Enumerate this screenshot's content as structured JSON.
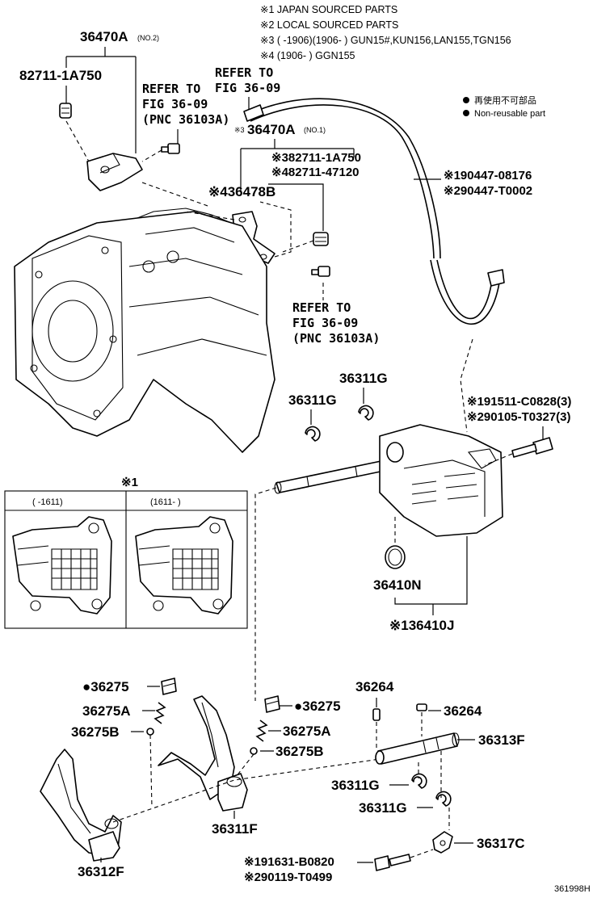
{
  "notes": {
    "n1": "※1 JAPAN SOURCED PARTS",
    "n2": "※2 LOCAL SOURCED PARTS",
    "n3": "※3 (      -1906)",
    "n3b": "(1906-      ) GUN15#,KUN156,LAN155,TGN156",
    "n4": "※4 (1906-      ) GGN155"
  },
  "legend": {
    "jp": "再使用不可部品",
    "en": "Non-reusable part"
  },
  "labels": {
    "p36470A_no2": "36470A",
    "p36470A_no2_suffix": "(NO.2)",
    "p82711_top": "82711-1A750",
    "ref1_l1": "REFER TO",
    "ref1_l2": "FIG 36-09",
    "ref1_l3": "(PNC 36103A)",
    "ref2_l1": "REFER TO",
    "ref2_l2": "FIG 36-09",
    "p36470A_no1_pre": "※3",
    "p36470A_no1": "36470A",
    "p36470A_no1_suffix": "(NO.1)",
    "p82711_a": "※382711-1A750",
    "p82711_b": "※482711-47120",
    "p36478B": "※436478B",
    "p90447_a": "※190447-08176",
    "p90447_b": "※290447-T0002",
    "ref3_l1": "REFER TO",
    "ref3_l2": "FIG 36-09",
    "ref3_l3": "(PNC 36103A)",
    "p36311G_1": "36311G",
    "p36311G_2": "36311G",
    "p91511": "※191511-C0828(3)",
    "p90105": "※290105-T0327(3)",
    "p36410N": "36410N",
    "p36410J": "※136410J",
    "p36275_a": "●36275",
    "p36275A_a": "36275A",
    "p36275B_a": "36275B",
    "p36275_b": "●36275",
    "p36275A_b": "36275A",
    "p36275B_b": "36275B",
    "p36264_a": "36264",
    "p36264_b": "36264",
    "p36313F": "36313F",
    "p36311G_3": "36311G",
    "p36311G_4": "36311G",
    "p36317C": "36317C",
    "p36311F": "36311F",
    "p36312F": "36312F",
    "p91631": "※191631-B0820",
    "p90119": "※290119-T0499",
    "fig_code": "361998H"
  },
  "inset": {
    "title": "※1",
    "left_col": "(      -1611)",
    "right_col": "(1611-      )"
  },
  "icons": {
    "non_reusable": "filled-circle-icon"
  }
}
